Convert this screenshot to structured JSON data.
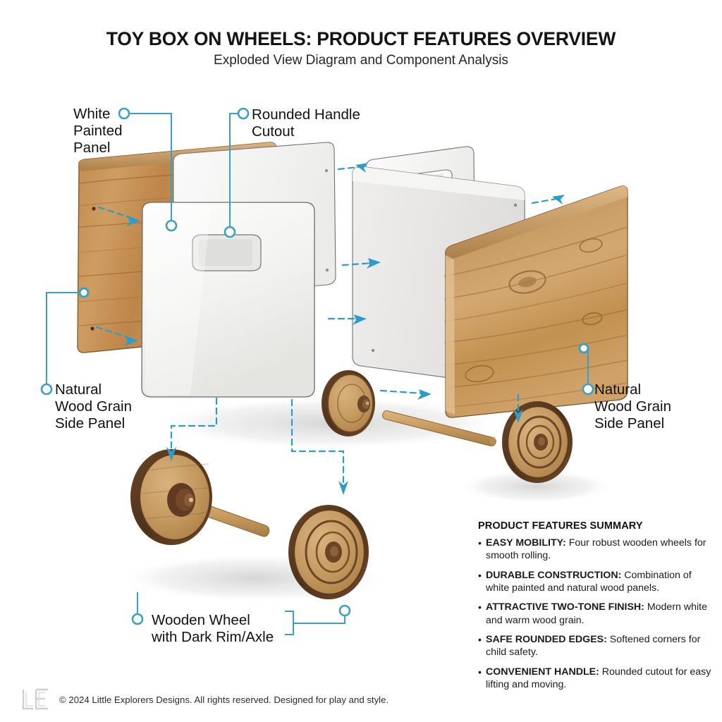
{
  "header": {
    "title": "TOY BOX ON WHEELS: PRODUCT FEATURES OVERVIEW",
    "subtitle": "Exploded View Diagram and Component Analysis"
  },
  "callouts": [
    {
      "id": "white-painted-panel",
      "label": "White\nPainted\nPanel"
    },
    {
      "id": "rounded-handle-cutout",
      "label": "Rounded Handle\nCutout"
    },
    {
      "id": "left-wood-panel",
      "label": "Natural\nWood Grain\nSide Panel"
    },
    {
      "id": "right-wood-panel",
      "label": "Natural\nWood Grain\nSide Panel"
    },
    {
      "id": "wooden-wheel",
      "label": "Wooden Wheel\nwith Dark Rim/Axle"
    }
  ],
  "features": {
    "heading": "PRODUCT FEATURES SUMMARY",
    "bullet_glyph": "•",
    "items": [
      {
        "term": "EASY MOBILITY:",
        "desc": " Four robust wooden wheels for smooth rolling."
      },
      {
        "term": "DURABLE CONSTRUCTION:",
        "desc": " Combination of white painted and natural wood panels."
      },
      {
        "term": "ATTRACTIVE TWO-TONE FINISH:",
        "desc": " Modern white and warm wood grain."
      },
      {
        "term": "SAFE ROUNDED EDGES:",
        "desc": " Softened corners for child safety."
      },
      {
        "term": "CONVENIENT HANDLE:",
        "desc": " Rounded cutout for easy lifting and moving."
      }
    ]
  },
  "footer": {
    "logo_text": "LE",
    "copyright": "© 2024 Little Explorers Designs. All rights reserved. Designed for play and style."
  },
  "colors": {
    "accent": "#3d9fc4",
    "accent_arrow": "#2e9cc8",
    "wood_light": "#d2a871",
    "wood_mid": "#bb8b51",
    "wood_dark": "#8a5f33",
    "wood_rim": "#5d3a20",
    "white_panel": "#f4f4f2",
    "white_panel_shade": "#e3e3e1",
    "text": "#111111",
    "logo_gray": "#cfcfcf"
  }
}
